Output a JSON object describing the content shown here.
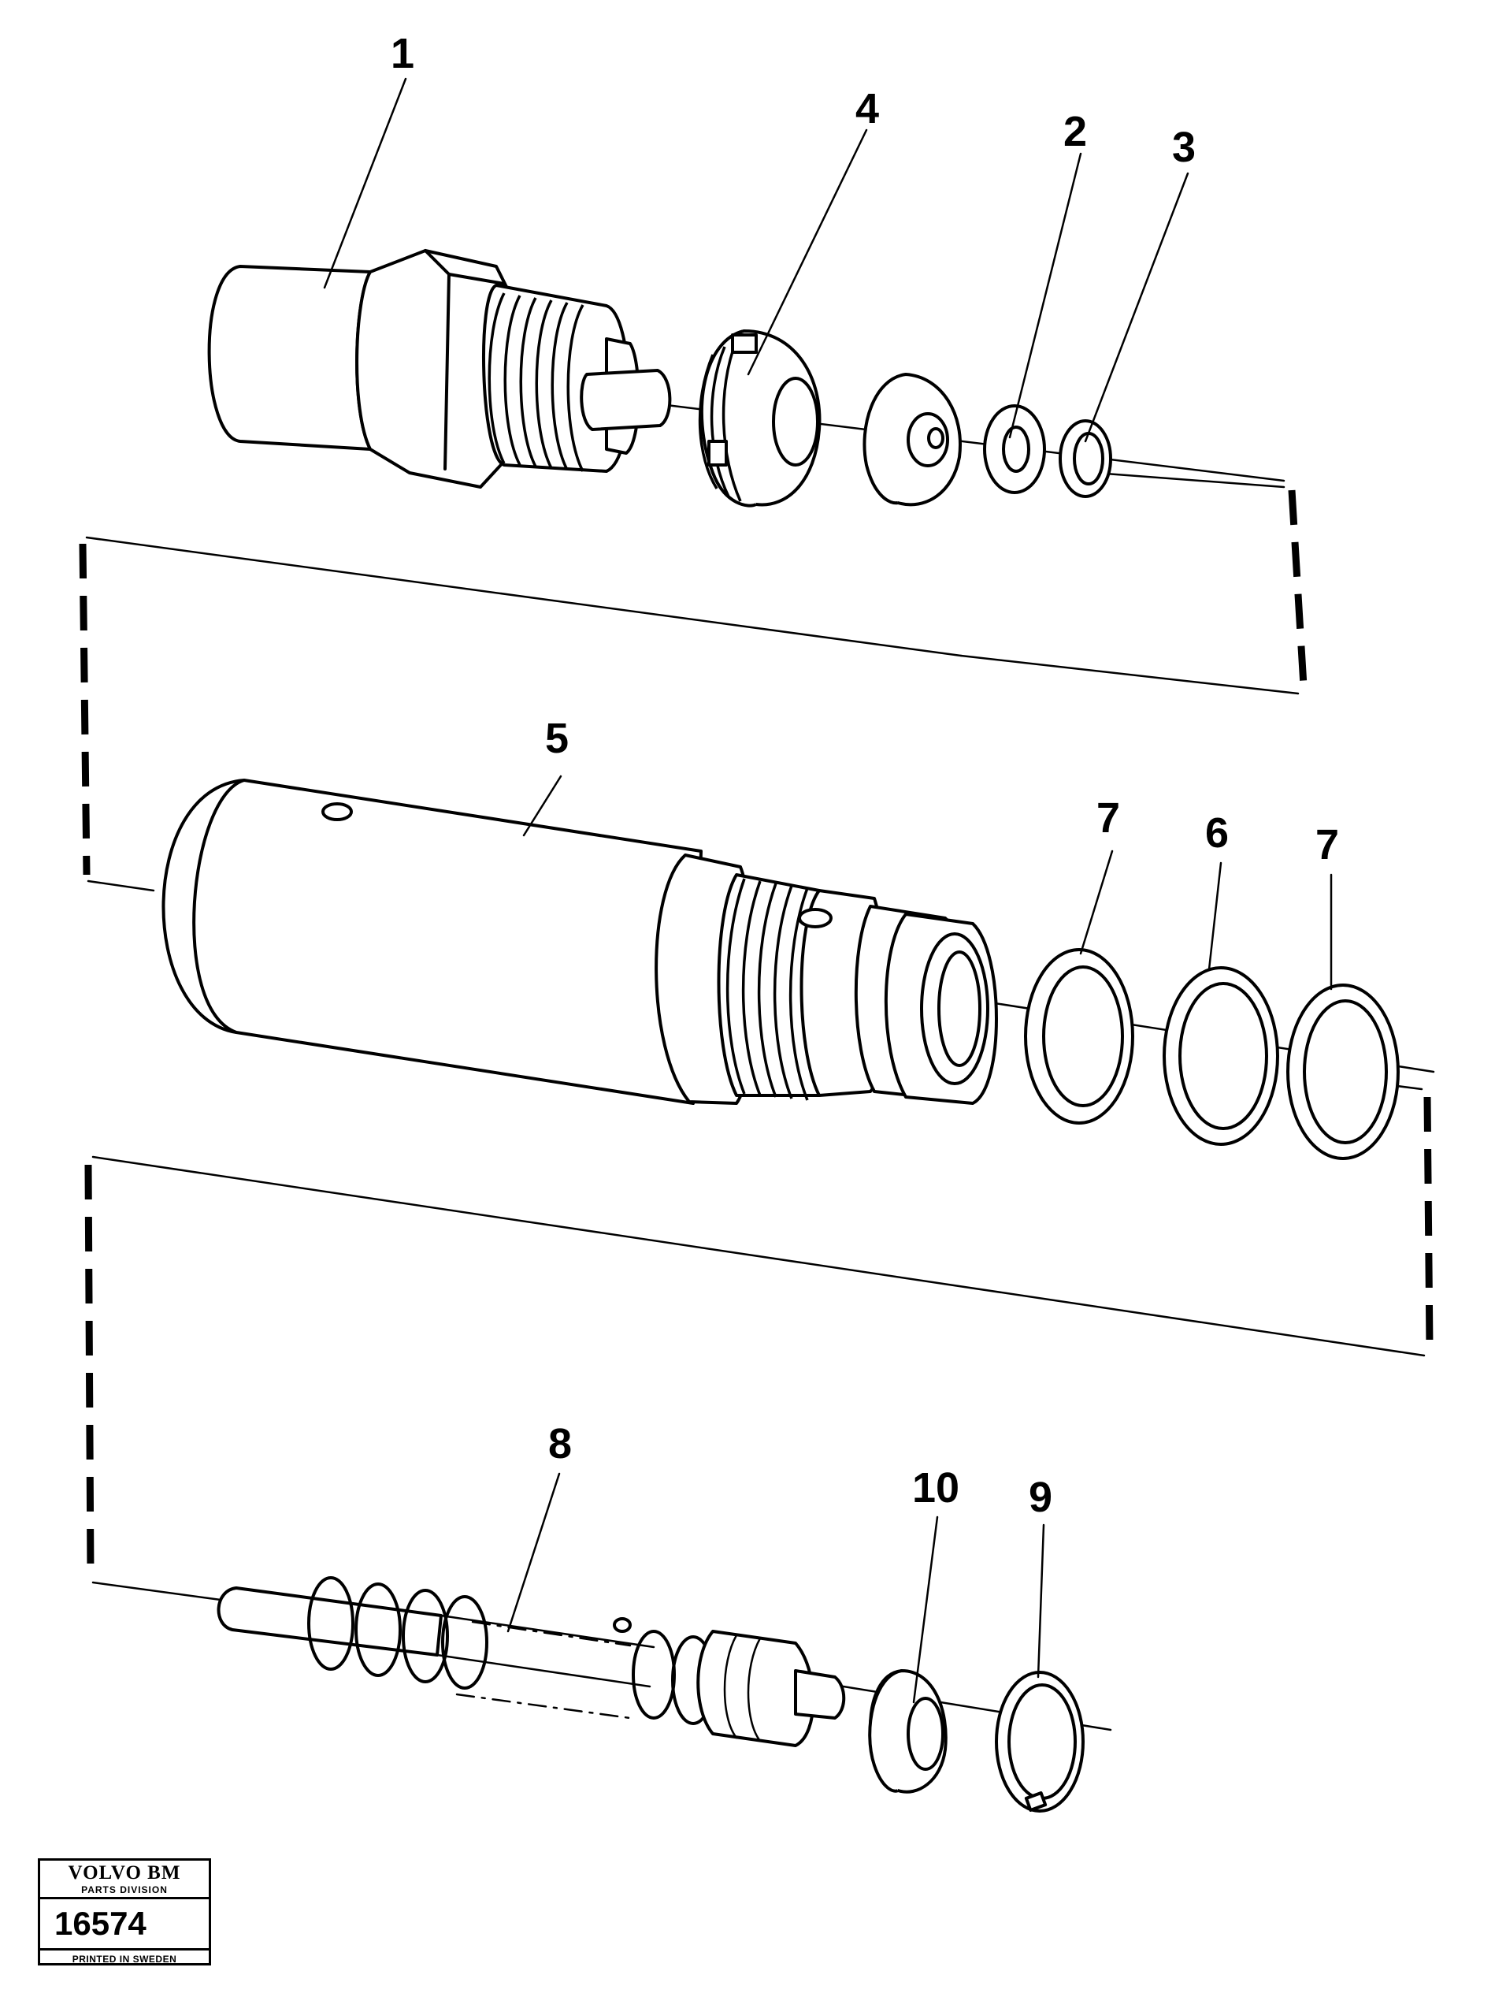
{
  "callouts": {
    "c1": "1",
    "c2": "2",
    "c3": "3",
    "c4": "4",
    "c5": "5",
    "c6": "6",
    "c7a": "7",
    "c7b": "7",
    "c8": "8",
    "c9": "9",
    "c10": "10"
  },
  "stamp": {
    "brand": "VOLVO BM",
    "division": "PARTS DIVISION",
    "number": "16574",
    "printed": "PRINTED IN SWEDEN"
  }
}
